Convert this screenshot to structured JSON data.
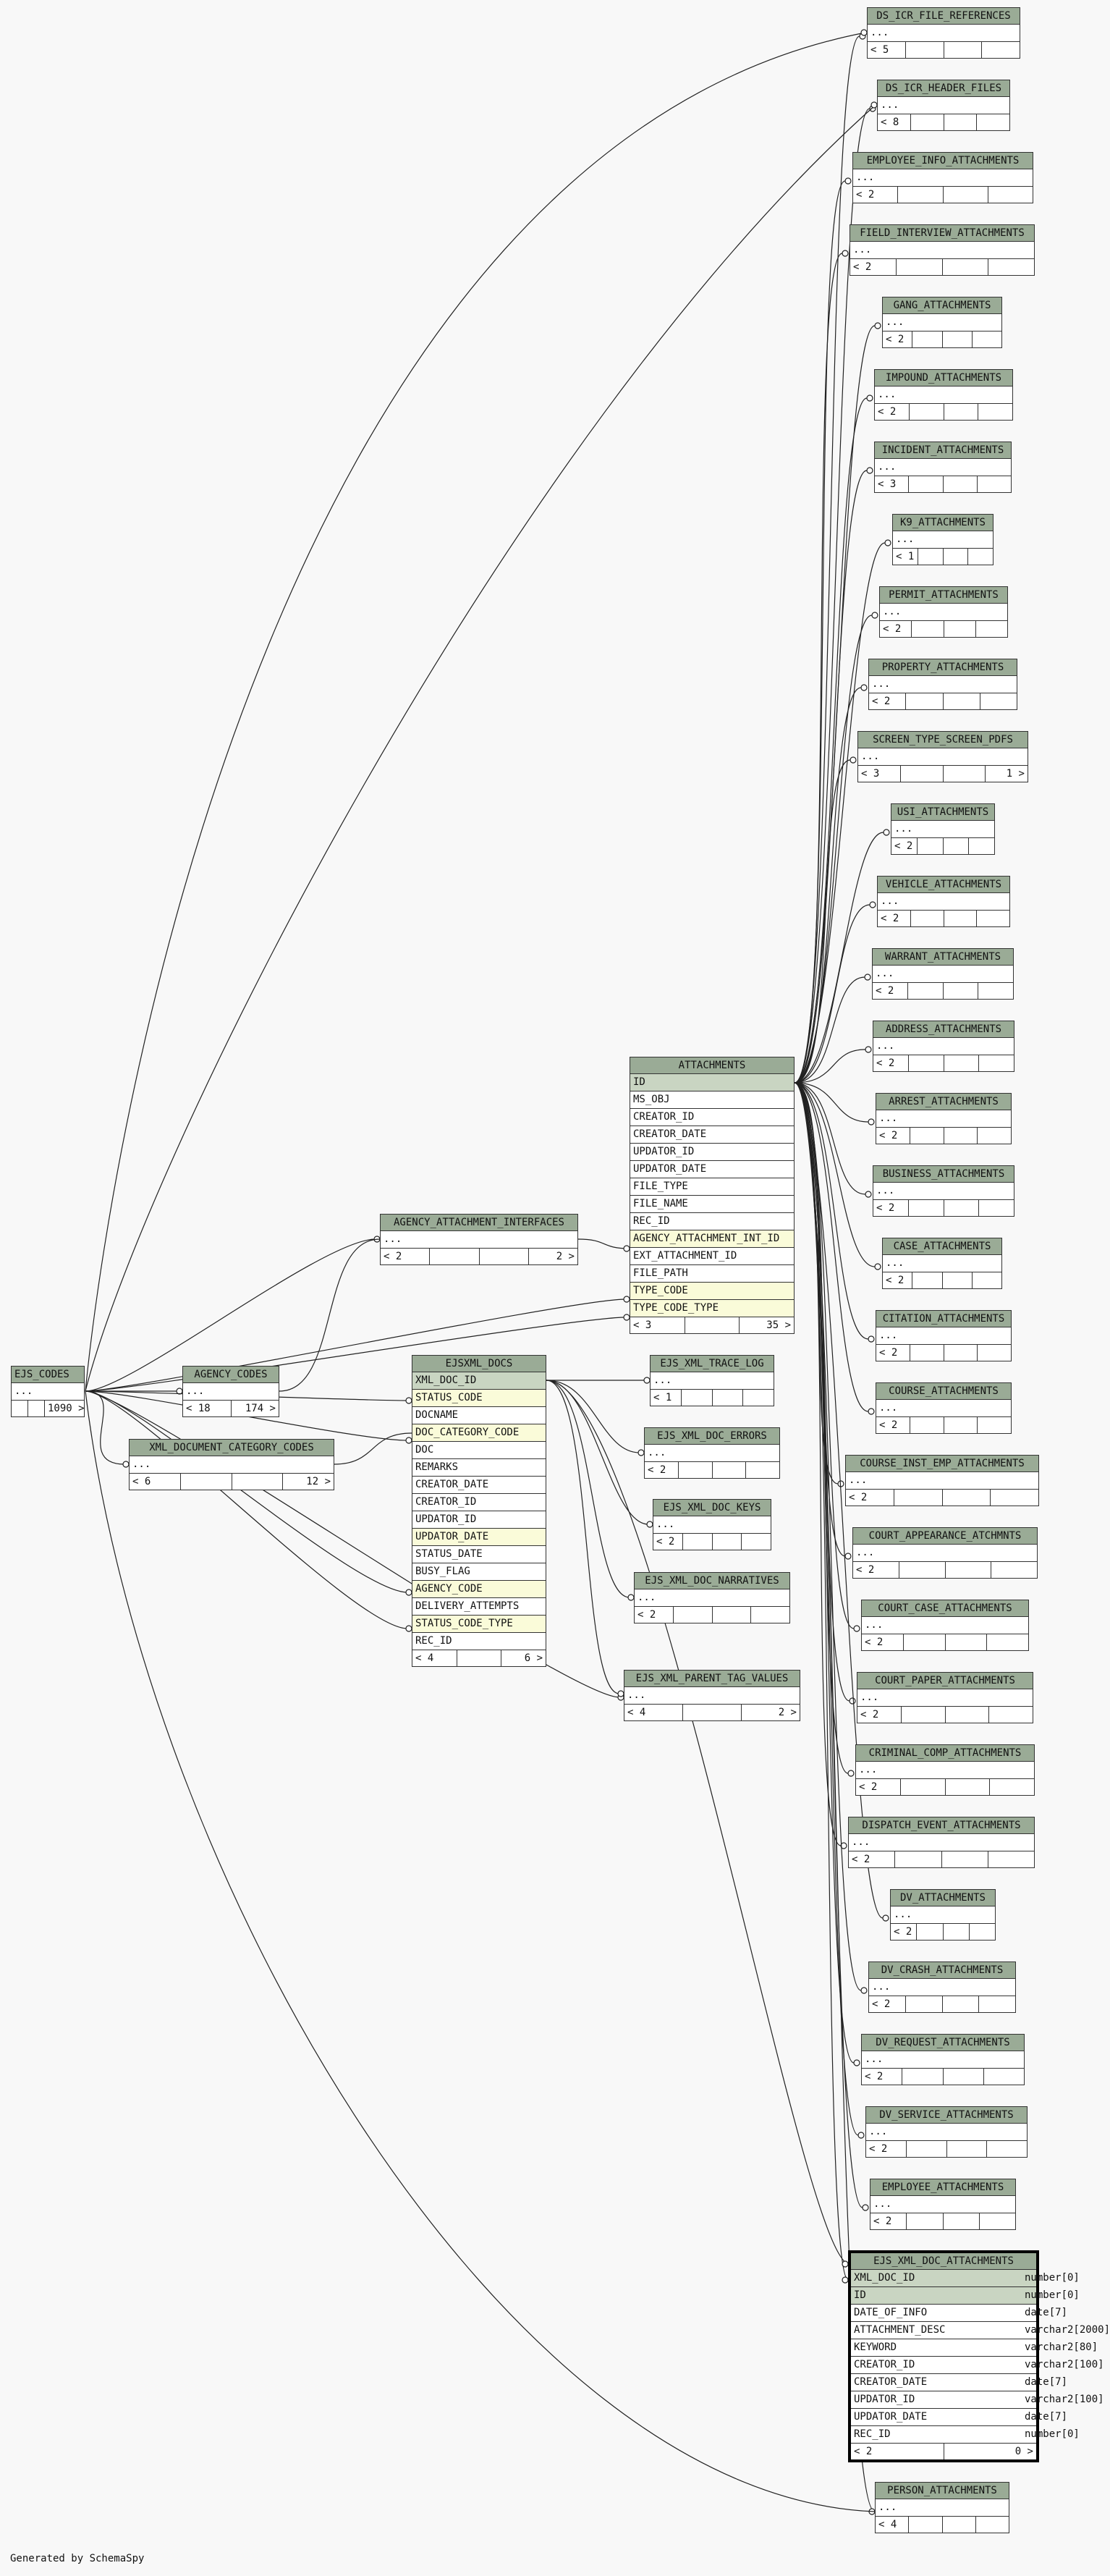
{
  "generated_by": "Generated by SchemaSpy",
  "right_tables": [
    {
      "name": "DS_ICR_FILE_REFERENCES",
      "parents": "< 5",
      "children": ""
    },
    {
      "name": "DS_ICR_HEADER_FILES",
      "parents": "< 8",
      "children": ""
    },
    {
      "name": "EMPLOYEE_INFO_ATTACHMENTS",
      "parents": "< 2",
      "children": ""
    },
    {
      "name": "FIELD_INTERVIEW_ATTACHMENTS",
      "parents": "< 2",
      "children": ""
    },
    {
      "name": "GANG_ATTACHMENTS",
      "parents": "< 2",
      "children": ""
    },
    {
      "name": "IMPOUND_ATTACHMENTS",
      "parents": "< 2",
      "children": ""
    },
    {
      "name": "INCIDENT_ATTACHMENTS",
      "parents": "< 3",
      "children": ""
    },
    {
      "name": "K9_ATTACHMENTS",
      "parents": "< 1",
      "children": ""
    },
    {
      "name": "PERMIT_ATTACHMENTS",
      "parents": "< 2",
      "children": ""
    },
    {
      "name": "PROPERTY_ATTACHMENTS",
      "parents": "< 2",
      "children": ""
    },
    {
      "name": "SCREEN_TYPE_SCREEN_PDFS",
      "parents": "< 3",
      "children": "1 >"
    },
    {
      "name": "USI_ATTACHMENTS",
      "parents": "< 2",
      "children": ""
    },
    {
      "name": "VEHICLE_ATTACHMENTS",
      "parents": "< 2",
      "children": ""
    },
    {
      "name": "WARRANT_ATTACHMENTS",
      "parents": "< 2",
      "children": ""
    },
    {
      "name": "ADDRESS_ATTACHMENTS",
      "parents": "< 2",
      "children": ""
    },
    {
      "name": "ARREST_ATTACHMENTS",
      "parents": "< 2",
      "children": ""
    },
    {
      "name": "BUSINESS_ATTACHMENTS",
      "parents": "< 2",
      "children": ""
    },
    {
      "name": "CASE_ATTACHMENTS",
      "parents": "< 2",
      "children": ""
    },
    {
      "name": "CITATION_ATTACHMENTS",
      "parents": "< 2",
      "children": ""
    },
    {
      "name": "COURSE_ATTACHMENTS",
      "parents": "< 2",
      "children": ""
    },
    {
      "name": "COURSE_INST_EMP_ATTACHMENTS",
      "parents": "< 2",
      "children": ""
    },
    {
      "name": "COURT_APPEARANCE_ATCHMNTS",
      "parents": "< 2",
      "children": ""
    },
    {
      "name": "COURT_CASE_ATTACHMENTS",
      "parents": "< 2",
      "children": ""
    },
    {
      "name": "COURT_PAPER_ATTACHMENTS",
      "parents": "< 2",
      "children": ""
    },
    {
      "name": "CRIMINAL_COMP_ATTACHMENTS",
      "parents": "< 2",
      "children": ""
    },
    {
      "name": "DISPATCH_EVENT_ATTACHMENTS",
      "parents": "< 2",
      "children": ""
    },
    {
      "name": "DV_ATTACHMENTS",
      "parents": "< 2",
      "children": ""
    },
    {
      "name": "DV_CRASH_ATTACHMENTS",
      "parents": "< 2",
      "children": ""
    },
    {
      "name": "DV_REQUEST_ATTACHMENTS",
      "parents": "< 2",
      "children": ""
    },
    {
      "name": "DV_SERVICE_ATTACHMENTS",
      "parents": "< 2",
      "children": ""
    },
    {
      "name": "EMPLOYEE_ATTACHMENTS",
      "parents": "< 2",
      "children": ""
    }
  ],
  "person_attachments": {
    "name": "PERSON_ATTACHMENTS",
    "parents": "< 4",
    "children": ""
  },
  "ejs_xml_doc_attachments": {
    "name": "EJS_XML_DOC_ATTACHMENTS",
    "columns": [
      {
        "name": "XML_DOC_ID",
        "type": "number[0]",
        "kind": "pk"
      },
      {
        "name": "ID",
        "type": "number[0]",
        "kind": "pk"
      },
      {
        "name": "DATE_OF_INFO",
        "type": "date[7]",
        "kind": ""
      },
      {
        "name": "ATTACHMENT_DESC",
        "type": "varchar2[2000]",
        "kind": ""
      },
      {
        "name": "KEYWORD",
        "type": "varchar2[80]",
        "kind": ""
      },
      {
        "name": "CREATOR_ID",
        "type": "varchar2[100]",
        "kind": ""
      },
      {
        "name": "CREATOR_DATE",
        "type": "date[7]",
        "kind": ""
      },
      {
        "name": "UPDATOR_ID",
        "type": "varchar2[100]",
        "kind": ""
      },
      {
        "name": "UPDATOR_DATE",
        "type": "date[7]",
        "kind": ""
      },
      {
        "name": "REC_ID",
        "type": "number[0]",
        "kind": ""
      }
    ],
    "parents": "< 2",
    "children": "0 >"
  },
  "attachments": {
    "name": "ATTACHMENTS",
    "columns": [
      {
        "name": "ID",
        "kind": "pk"
      },
      {
        "name": "MS_OBJ",
        "kind": ""
      },
      {
        "name": "CREATOR_ID",
        "kind": ""
      },
      {
        "name": "CREATOR_DATE",
        "kind": ""
      },
      {
        "name": "UPDATOR_ID",
        "kind": ""
      },
      {
        "name": "UPDATOR_DATE",
        "kind": ""
      },
      {
        "name": "FILE_TYPE",
        "kind": ""
      },
      {
        "name": "FILE_NAME",
        "kind": ""
      },
      {
        "name": "REC_ID",
        "kind": ""
      },
      {
        "name": "AGENCY_ATTACHMENT_INT_ID",
        "kind": "fk"
      },
      {
        "name": "EXT_ATTACHMENT_ID",
        "kind": ""
      },
      {
        "name": "FILE_PATH",
        "kind": ""
      },
      {
        "name": "TYPE_CODE",
        "kind": "fk"
      },
      {
        "name": "TYPE_CODE_TYPE",
        "kind": "fk"
      }
    ],
    "parents": "< 3",
    "children": "35 >"
  },
  "ejsxml_docs": {
    "name": "EJSXML_DOCS",
    "columns": [
      {
        "name": "XML_DOC_ID",
        "kind": "pk"
      },
      {
        "name": "STATUS_CODE",
        "kind": "fk"
      },
      {
        "name": "DOCNAME",
        "kind": ""
      },
      {
        "name": "DOC_CATEGORY_CODE",
        "kind": "fk"
      },
      {
        "name": "DOC",
        "kind": ""
      },
      {
        "name": "REMARKS",
        "kind": ""
      },
      {
        "name": "CREATOR_DATE",
        "kind": ""
      },
      {
        "name": "CREATOR_ID",
        "kind": ""
      },
      {
        "name": "UPDATOR_ID",
        "kind": ""
      },
      {
        "name": "UPDATOR_DATE",
        "kind": "fk"
      },
      {
        "name": "STATUS_DATE",
        "kind": ""
      },
      {
        "name": "BUSY_FLAG",
        "kind": ""
      },
      {
        "name": "AGENCY_CODE",
        "kind": "fk"
      },
      {
        "name": "DELIVERY_ATTEMPTS",
        "kind": ""
      },
      {
        "name": "STATUS_CODE_TYPE",
        "kind": "fk"
      },
      {
        "name": "REC_ID",
        "kind": ""
      }
    ],
    "parents": "< 4",
    "children": "6 >"
  },
  "agency_attachment_interfaces": {
    "name": "AGENCY_ATTACHMENT_INTERFACES",
    "parents": "< 2",
    "children": "2 >"
  },
  "ejs_codes": {
    "name": "EJS_CODES",
    "parents": "",
    "children": "1090 >"
  },
  "agency_codes": {
    "name": "AGENCY_CODES",
    "parents": "< 18",
    "children": "174 >"
  },
  "xml_document_category_codes": {
    "name": "XML_DOCUMENT_CATEGORY_CODES",
    "parents": "< 6",
    "children": "12 >"
  },
  "ejs_xml_trace_log": {
    "name": "EJS_XML_TRACE_LOG",
    "parents": "< 1",
    "children": ""
  },
  "ejs_xml_doc_errors": {
    "name": "EJS_XML_DOC_ERRORS",
    "parents": "< 2",
    "children": ""
  },
  "ejs_xml_doc_keys": {
    "name": "EJS_XML_DOC_KEYS",
    "parents": "< 2",
    "children": ""
  },
  "ejs_xml_doc_narratives": {
    "name": "EJS_XML_DOC_NARRATIVES",
    "parents": "< 2",
    "children": ""
  },
  "ejs_xml_parent_tag_values": {
    "name": "EJS_XML_PARENT_TAG_VALUES",
    "parents": "< 4",
    "children": "2 >"
  },
  "ellipsis": "..."
}
